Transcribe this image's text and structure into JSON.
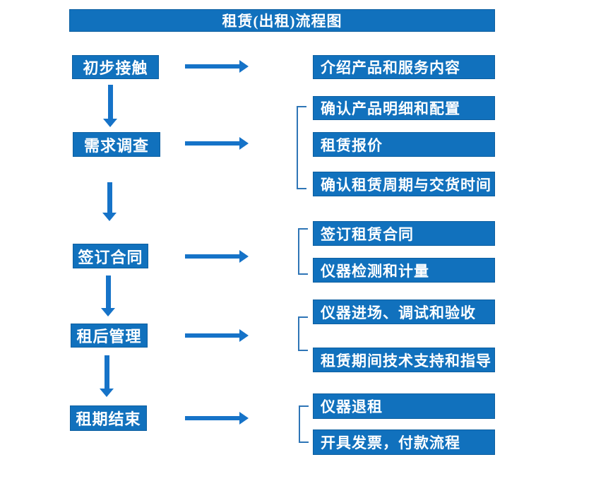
{
  "title": "租赁(出租)流程图",
  "colors": {
    "primary": "#1171BD",
    "primary-border": "#0d5fa0",
    "arrow": "#1673C8",
    "bracket": "#2E75B6",
    "text": "#FFFFFF"
  },
  "icons": {
    "down_arrow": "↓",
    "right_arrow": "→",
    "group_bracket": "["
  },
  "left_steps": [
    {
      "label": "初步接触"
    },
    {
      "label": "需求调查"
    },
    {
      "label": "签订合同"
    },
    {
      "label": "租后管理"
    },
    {
      "label": "租期结束"
    }
  ],
  "right_groups": [
    {
      "items": [
        "介绍产品和服务内容"
      ]
    },
    {
      "items": [
        "确认产品明细和配置",
        "租赁报价",
        "确认租赁周期与交货时间"
      ]
    },
    {
      "items": [
        "签订租赁合同",
        "仪器检测和计量"
      ]
    },
    {
      "items": [
        "仪器进场、调试和验收",
        "租赁期间技术支持和指导"
      ]
    },
    {
      "items": [
        "仪器退租",
        "开具发票，付款流程"
      ]
    }
  ]
}
